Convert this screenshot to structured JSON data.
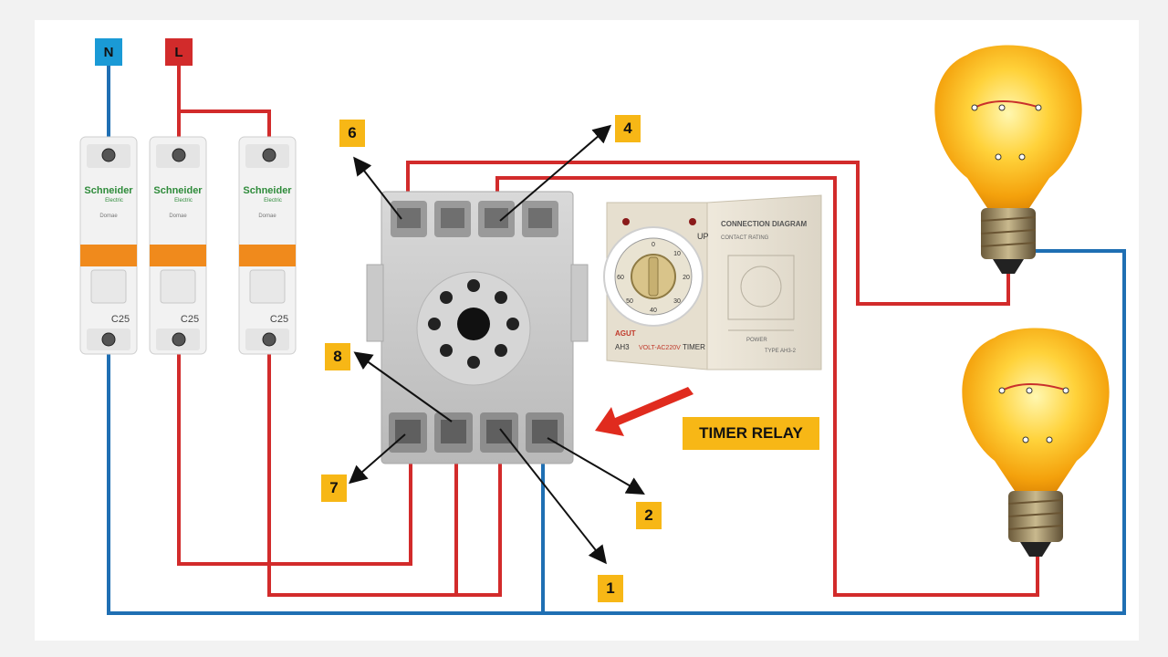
{
  "supply": {
    "neutral": "N",
    "line": "L"
  },
  "breakers": [
    {
      "brand": "Schneider",
      "sub": "Electric",
      "series": "Domae",
      "rating": "C25"
    },
    {
      "brand": "Schneider",
      "sub": "Electric",
      "series": "Domae",
      "rating": "C25"
    },
    {
      "brand": "Schneider",
      "sub": "Electric",
      "series": "Domae",
      "rating": "C25"
    }
  ],
  "pins": {
    "p1": "1",
    "p2": "2",
    "p4": "4",
    "p6": "6",
    "p7": "7",
    "p8": "8"
  },
  "timer": {
    "label": "TIMER RELAY",
    "brand": "AGUT",
    "model": "AH3",
    "volt": "VOLT-AC220V",
    "kind": "TIMER",
    "up": "UP",
    "diagram_title": "CONNECTION DIAGRAM",
    "contact_rating": "CONTACT RATING",
    "type": "TYPE AH3-2",
    "power": "POWER",
    "scale": [
      "0",
      "10",
      "20",
      "30",
      "40",
      "50",
      "60"
    ]
  },
  "colors": {
    "line": "#d22b2b",
    "neutral": "#1f6fb3",
    "label": "#f7b716",
    "arrow": "#e02b1e"
  }
}
